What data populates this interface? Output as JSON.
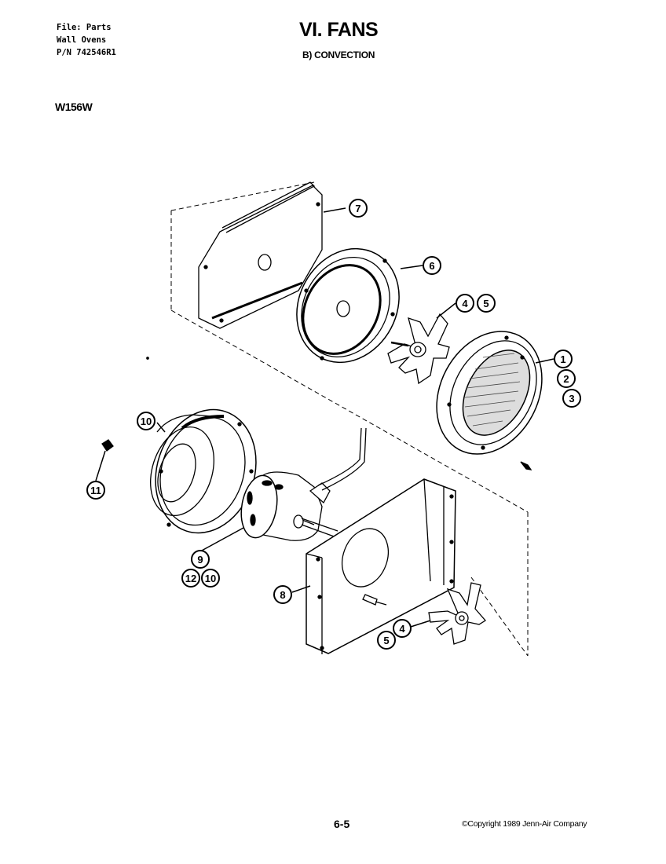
{
  "header": {
    "file_line": "File: Parts",
    "product_line": "Wall Ovens",
    "part_number_line": "P/N 742546R1",
    "title": "VI. FANS",
    "subtitle": "B) CONVECTION",
    "model": "W156W"
  },
  "footer": {
    "page_number": "6-5",
    "copyright": "©Copyright 1989 Jenn-Air Company"
  },
  "callouts": {
    "c1": "1",
    "c2": "2",
    "c3": "3",
    "c4": "4",
    "c5": "5",
    "c4b": "4",
    "c5b": "5",
    "c6": "6",
    "c7": "7",
    "c8": "8",
    "c9": "9",
    "c10": "10",
    "c11": "11",
    "c12": "12",
    "c10b": "10"
  }
}
